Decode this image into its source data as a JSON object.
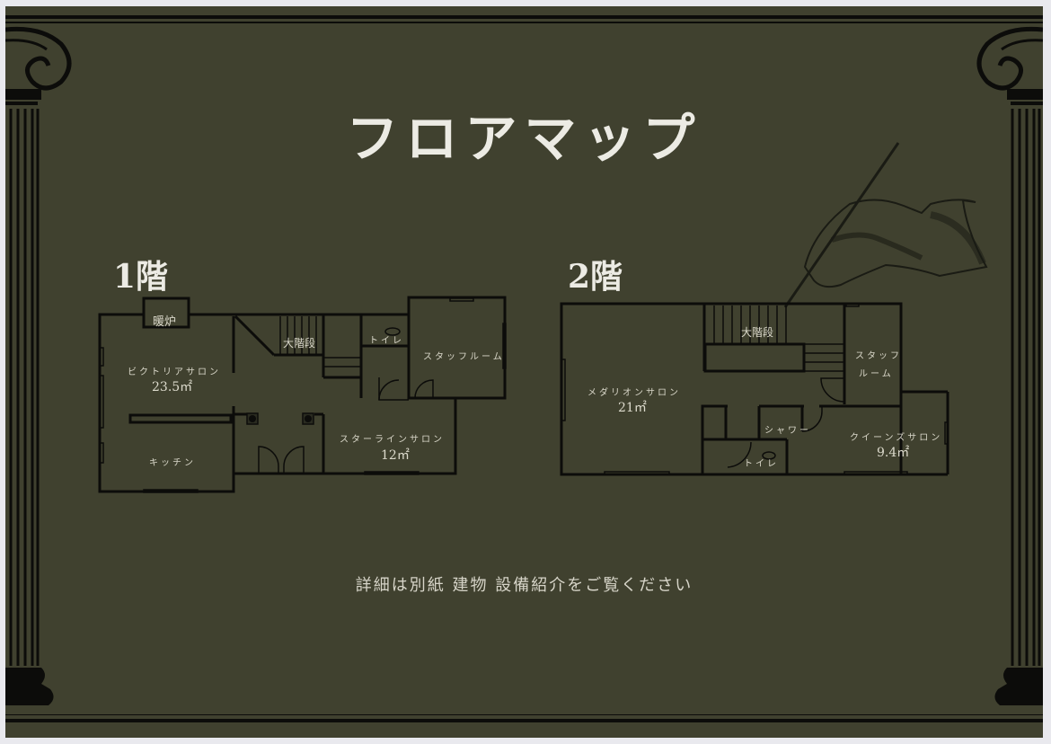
{
  "title": "フロアマップ",
  "floors": [
    {
      "label": "1階",
      "rooms": [
        {
          "name": "暖炉"
        },
        {
          "name": "ビクトリアサロン",
          "area": "23.5㎡"
        },
        {
          "name": "キッチン"
        },
        {
          "name": "大階段"
        },
        {
          "name": "トイレ"
        },
        {
          "name": "スタッフルーム"
        },
        {
          "name": "スターラインサロン",
          "area": "12㎡"
        }
      ]
    },
    {
      "label": "2階",
      "rooms": [
        {
          "name": "大階段"
        },
        {
          "name": "メダリオンサロン",
          "area": "21㎡"
        },
        {
          "name": "スタッフ"
        },
        {
          "name": "ルーム"
        },
        {
          "name": "シャワー"
        },
        {
          "name": "トイレ"
        },
        {
          "name": "クイーンズサロン",
          "area": "9.4㎡"
        }
      ]
    }
  ],
  "note": "詳細は別紙 建物 設備紹介をご覧ください",
  "colors": {
    "background": "#40412f",
    "text": "#ecebe4",
    "lines": "#0c0c0a"
  }
}
